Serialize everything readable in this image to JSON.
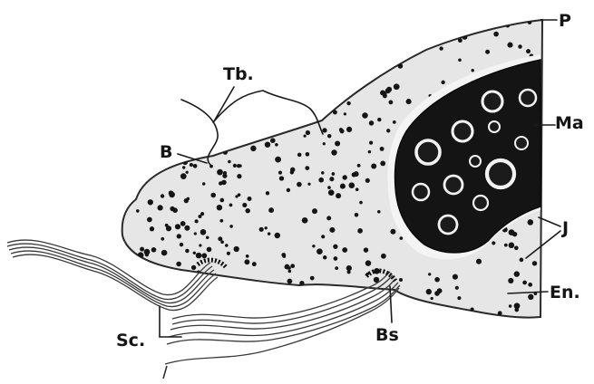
{
  "labels": {
    "P": "P",
    "Tb": "Tb.",
    "B": "B",
    "Ma": "Ma",
    "J": "J",
    "En": "En.",
    "Bs": "Bs",
    "Sc": "Sc."
  },
  "colors": {
    "ink": "#151515",
    "cell_fill": "#e6e6e6",
    "macronucleus": "#141414",
    "paper": "#ffffff"
  }
}
